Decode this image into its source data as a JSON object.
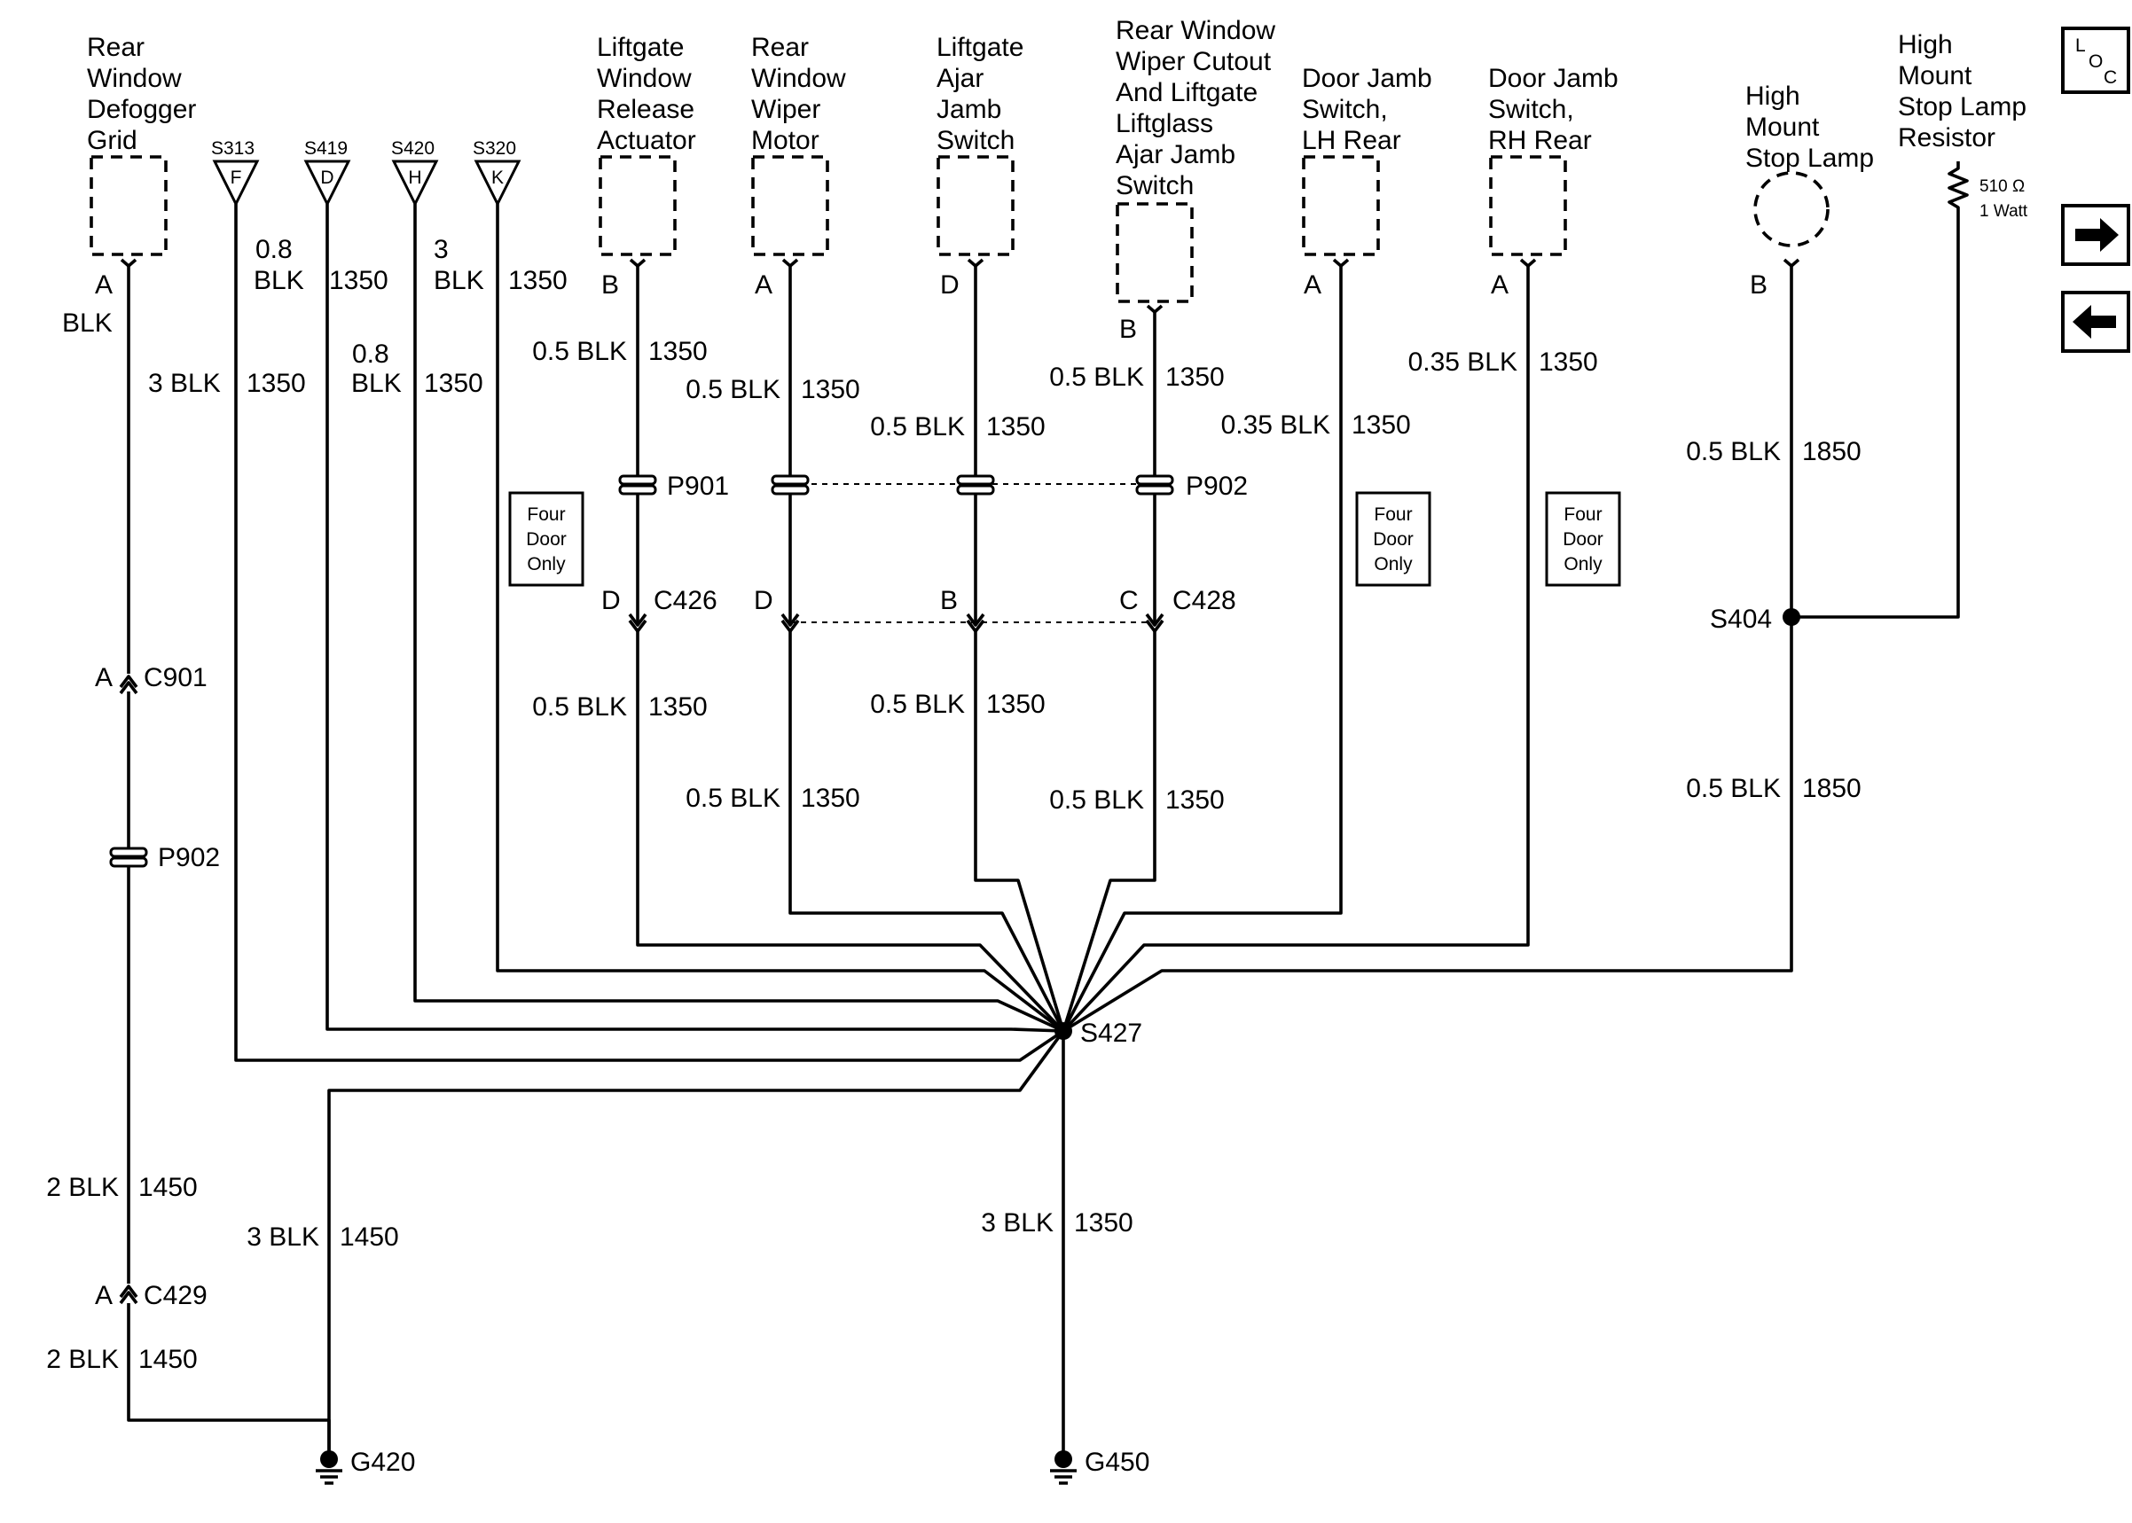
{
  "components": {
    "defogger": [
      "Rear",
      "Window",
      "Defogger",
      "Grid"
    ],
    "liftgate_release": [
      "Liftgate",
      "Window",
      "Release",
      "Actuator"
    ],
    "wiper_motor": [
      "Rear",
      "Window",
      "Wiper",
      "Motor"
    ],
    "liftgate_ajar": [
      "Liftgate",
      "Ajar",
      "Jamb",
      "Switch"
    ],
    "wiper_cutout": [
      "Rear Window",
      "Wiper Cutout",
      "And Liftgate",
      "Liftglass",
      "Ajar Jamb",
      "Switch"
    ],
    "door_jamb_lh": [
      "Door Jamb",
      "Switch,",
      "LH Rear"
    ],
    "door_jamb_rh": [
      "Door Jamb",
      "Switch,",
      "RH Rear"
    ],
    "stop_lamp": [
      "High",
      "Mount",
      "Stop Lamp"
    ],
    "stop_lamp_resistor": [
      "High",
      "Mount",
      "Stop Lamp",
      "Resistor"
    ]
  },
  "resistor_rating": [
    "510 Ω",
    "1 Watt"
  ],
  "splice_refs": [
    {
      "name": "S313",
      "pin": "F"
    },
    {
      "name": "S419",
      "pin": "D"
    },
    {
      "name": "S420",
      "pin": "H"
    },
    {
      "name": "S320",
      "pin": "K"
    }
  ],
  "pins": {
    "defogger": "A",
    "liftgate_release": "B",
    "wiper_motor": "A",
    "liftgate_ajar": "D",
    "wiper_cutout": "B",
    "door_jamb_lh": "A",
    "door_jamb_rh": "A",
    "stop_lamp": "B",
    "c901": "A",
    "c429": "A",
    "c426_left": "D",
    "c426_right": "D",
    "c428_left": "B",
    "c428_right": "C"
  },
  "wires": {
    "defogger_top": "BLK",
    "s313": [
      "0.8",
      "BLK",
      "1350"
    ],
    "s320": [
      "3",
      "BLK",
      "1350"
    ],
    "s313_low": [
      "3 BLK",
      "1350"
    ],
    "s420_low": [
      "0.8",
      "BLK",
      "1350"
    ],
    "liftgate_release_up": [
      "0.5 BLK",
      "1350"
    ],
    "wiper_motor_up": [
      "0.5 BLK",
      "1350"
    ],
    "liftgate_ajar_up": [
      "0.5 BLK",
      "1350"
    ],
    "wiper_cutout_up": [
      "0.5 BLK",
      "1350"
    ],
    "door_jamb_lh": [
      "0.35 BLK",
      "1350"
    ],
    "door_jamb_rh": [
      "0.35 BLK",
      "1350"
    ],
    "stop_lamp_up": [
      "0.5 BLK",
      "1850"
    ],
    "stop_lamp_down": [
      "0.5 BLK",
      "1850"
    ],
    "liftgate_release_down": [
      "0.5 BLK",
      "1350"
    ],
    "liftgate_ajar_down": [
      "0.5 BLK",
      "1350"
    ],
    "wiper_motor_down": [
      "0.5 BLK",
      "1350"
    ],
    "wiper_cutout_down": [
      "0.5 BLK",
      "1350"
    ],
    "defogger_mid": [
      "2 BLK",
      "1450"
    ],
    "defogger_low": [
      "2 BLK",
      "1450"
    ],
    "g420_wire": [
      "3 BLK",
      "1450"
    ],
    "g450_wire": [
      "3 BLK",
      "1350"
    ]
  },
  "connectors": {
    "p901": "P901",
    "p902": "P902",
    "p902_left": "P902",
    "c426": "C426",
    "c428": "C428",
    "c901": "C901",
    "c429": "C429"
  },
  "splices": {
    "s427": "S427",
    "s404": "S404"
  },
  "grounds": {
    "g420": "G420",
    "g450": "G450"
  },
  "notes": {
    "four_door_1": [
      "Four",
      "Door",
      "Only"
    ],
    "four_door_2": [
      "Four",
      "Door",
      "Only"
    ],
    "four_door_3": [
      "Four",
      "Door",
      "Only"
    ]
  },
  "nav": {
    "loc": [
      "L",
      "O",
      "C"
    ],
    "next_icon": "right-arrow-icon",
    "prev_icon": "left-arrow-icon"
  }
}
